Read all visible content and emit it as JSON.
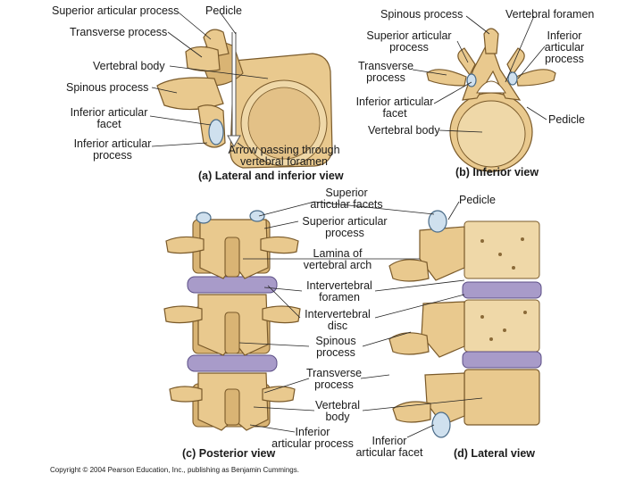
{
  "panels": {
    "a": {
      "caption": "(a) Lateral and inferior view",
      "labels": {
        "superior_articular_process": "Superior articular process",
        "pedicle": "Pedicle",
        "transverse_process": "Transverse process",
        "vertebral_body": "Vertebral body",
        "spinous_process": "Spinous process",
        "inferior_articular_facet": [
          "Inferior articular",
          "facet"
        ],
        "inferior_articular_process": [
          "Inferior articular",
          "process"
        ],
        "arrow": [
          "Arrow passing through",
          "vertebral foramen"
        ]
      }
    },
    "b": {
      "caption": "(b) Inferior view",
      "labels": {
        "spinous_process": "Spinous process",
        "vertebral_foramen": "Vertebral foramen",
        "superior_articular_process": [
          "Superior articular",
          "process"
        ],
        "inferior_articular_process": [
          "Inferior",
          "articular",
          "process"
        ],
        "transverse_process": [
          "Transverse",
          "process"
        ],
        "inferior_articular_facet": [
          "Inferior articular",
          "facet"
        ],
        "pedicle": "Pedicle",
        "vertebral_body": "Vertebral body"
      }
    },
    "c": {
      "caption": "(c) Posterior view"
    },
    "center": {
      "labels": {
        "superior_articular_facets": [
          "Superior",
          "articular facets"
        ],
        "superior_articular_process": [
          "Superior articular",
          "process"
        ],
        "lamina": [
          "Lamina of",
          "vertebral arch"
        ],
        "intervertebral_foramen": [
          "Intervertebral",
          "foramen"
        ],
        "intervertebral_disc": [
          "Intervertebral",
          "disc"
        ],
        "spinous_process": [
          "Spinous",
          "process"
        ],
        "transverse_process": [
          "Transverse",
          "process"
        ],
        "vertebral_body": [
          "Vertebral",
          "body"
        ],
        "inferior_articular_process": [
          "Inferior",
          "articular process"
        ]
      }
    },
    "d": {
      "caption": "(d) Lateral view",
      "labels": {
        "pedicle": "Pedicle",
        "inferior_articular_facet": [
          "Inferior",
          "articular facet"
        ]
      }
    }
  },
  "copyright": "Copyright © 2004 Pearson Education, Inc., publishing as Benjamin Cummings.",
  "colors": {
    "bone": "#e9c98e",
    "disc": "#a89bc9",
    "facet": "#cfe0ee",
    "outline": "#7a5a2a"
  }
}
